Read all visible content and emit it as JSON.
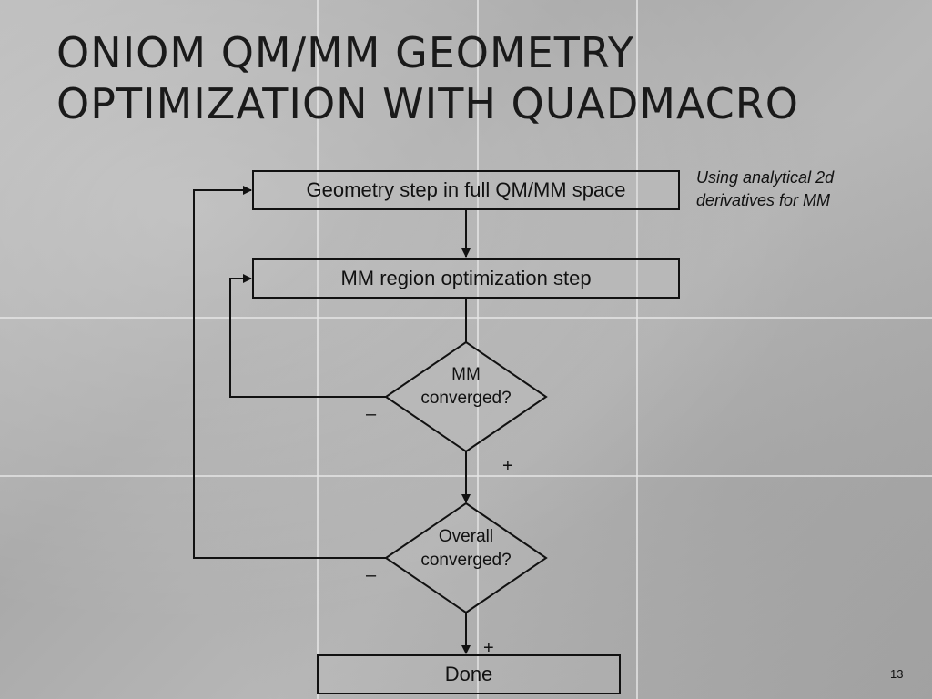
{
  "slide": {
    "title_line1": "ONIOM QM/MM Geometry",
    "title_line2": "optimization with Quadmacro",
    "page_number": "13"
  },
  "flowchart": {
    "step_geometry": "Geometry step in full QM/MM space",
    "step_mm": "MM region optimization step",
    "decision_mm_line1": "MM",
    "decision_mm_line2": "converged?",
    "decision_overall_line1": "Overall",
    "decision_overall_line2": "converged?",
    "done": "Done",
    "minus_label_1": "–",
    "plus_label_1": "+",
    "minus_label_2": "–",
    "plus_label_2": "+",
    "note_line1": "Using analytical 2d",
    "note_line2": "derivatives for MM"
  }
}
